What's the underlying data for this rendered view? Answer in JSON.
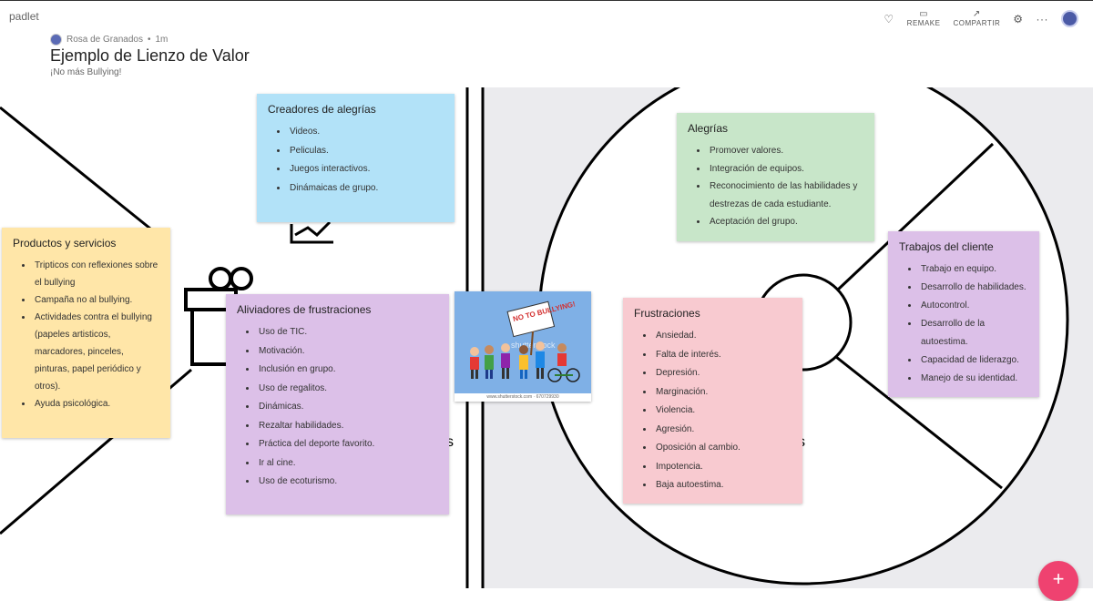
{
  "header": {
    "brand": "padlet",
    "author": "Rosa de Granados",
    "time": "1m",
    "title": "Ejemplo de Lienzo de Valor",
    "subtitle": "¡No más Bullying!",
    "remake": "REMAKE",
    "share": "COMPARTIR",
    "icons": {
      "heart": "heart-icon",
      "settings": "gear-icon",
      "more": "more-icon"
    }
  },
  "notes": {
    "creadores": {
      "title": "Creadores de alegrías",
      "items": [
        "Videos.",
        "Peliculas.",
        "Juegos interactivos.",
        "Dinámaicas de grupo."
      ]
    },
    "productos": {
      "title": "Productos y servicios",
      "items": [
        "Tripticos con reflexiones sobre el bullying",
        "Campaña no al bullying.",
        "Actividades contra el bullying (papeles artisticos, marcadores, pinceles, pinturas, papel periódico y otros).",
        "Ayuda psicológica."
      ]
    },
    "aliviadores": {
      "title": "Aliviadores de frustraciones",
      "items": [
        "Uso de TIC.",
        "Motivación.",
        "Inclusión en grupo.",
        "Uso de regalitos.",
        "Dinámicas.",
        "Rezaltar habilidades.",
        "Práctica del deporte favorito.",
        "Ir al cine.",
        "Uso de ecoturismo."
      ]
    },
    "alegrias": {
      "title": "Alegrías",
      "items": [
        "Promover valores.",
        "Integración de equipos.",
        "Reconocimiento de las habilidades y destrezas de cada estudiante.",
        "Aceptación del grupo."
      ]
    },
    "trabajos": {
      "title": "Trabajos del cliente",
      "items": [
        "Trabajo en equipo.",
        "Desarrollo de habilidades.",
        "Autocontrol.",
        "Desarrollo de la autoestima.",
        "Capacidad de liderazgo.",
        "Manejo de su identidad."
      ]
    },
    "frustraciones": {
      "title": "Frustraciones",
      "items": [
        "Ansiedad.",
        "Falta de interés.",
        "Depresión.",
        "Marginación.",
        "Violencia.",
        "Agresión.",
        "Oposición al cambio.",
        "Impotencia.",
        "Baja autoestima."
      ]
    }
  },
  "image": {
    "sign_text": "NO TO BULLYING!",
    "watermark": "shutterstock",
    "caption": "www.shutterstock.com · 670729930"
  },
  "fab_label": "+",
  "colors": {
    "accent": "#ef4270",
    "blue": "#b2e2f8",
    "green": "#c8e6c9",
    "yellow": "#ffe6a8",
    "purple": "#dcc0e8",
    "pink": "#f8cad0"
  }
}
